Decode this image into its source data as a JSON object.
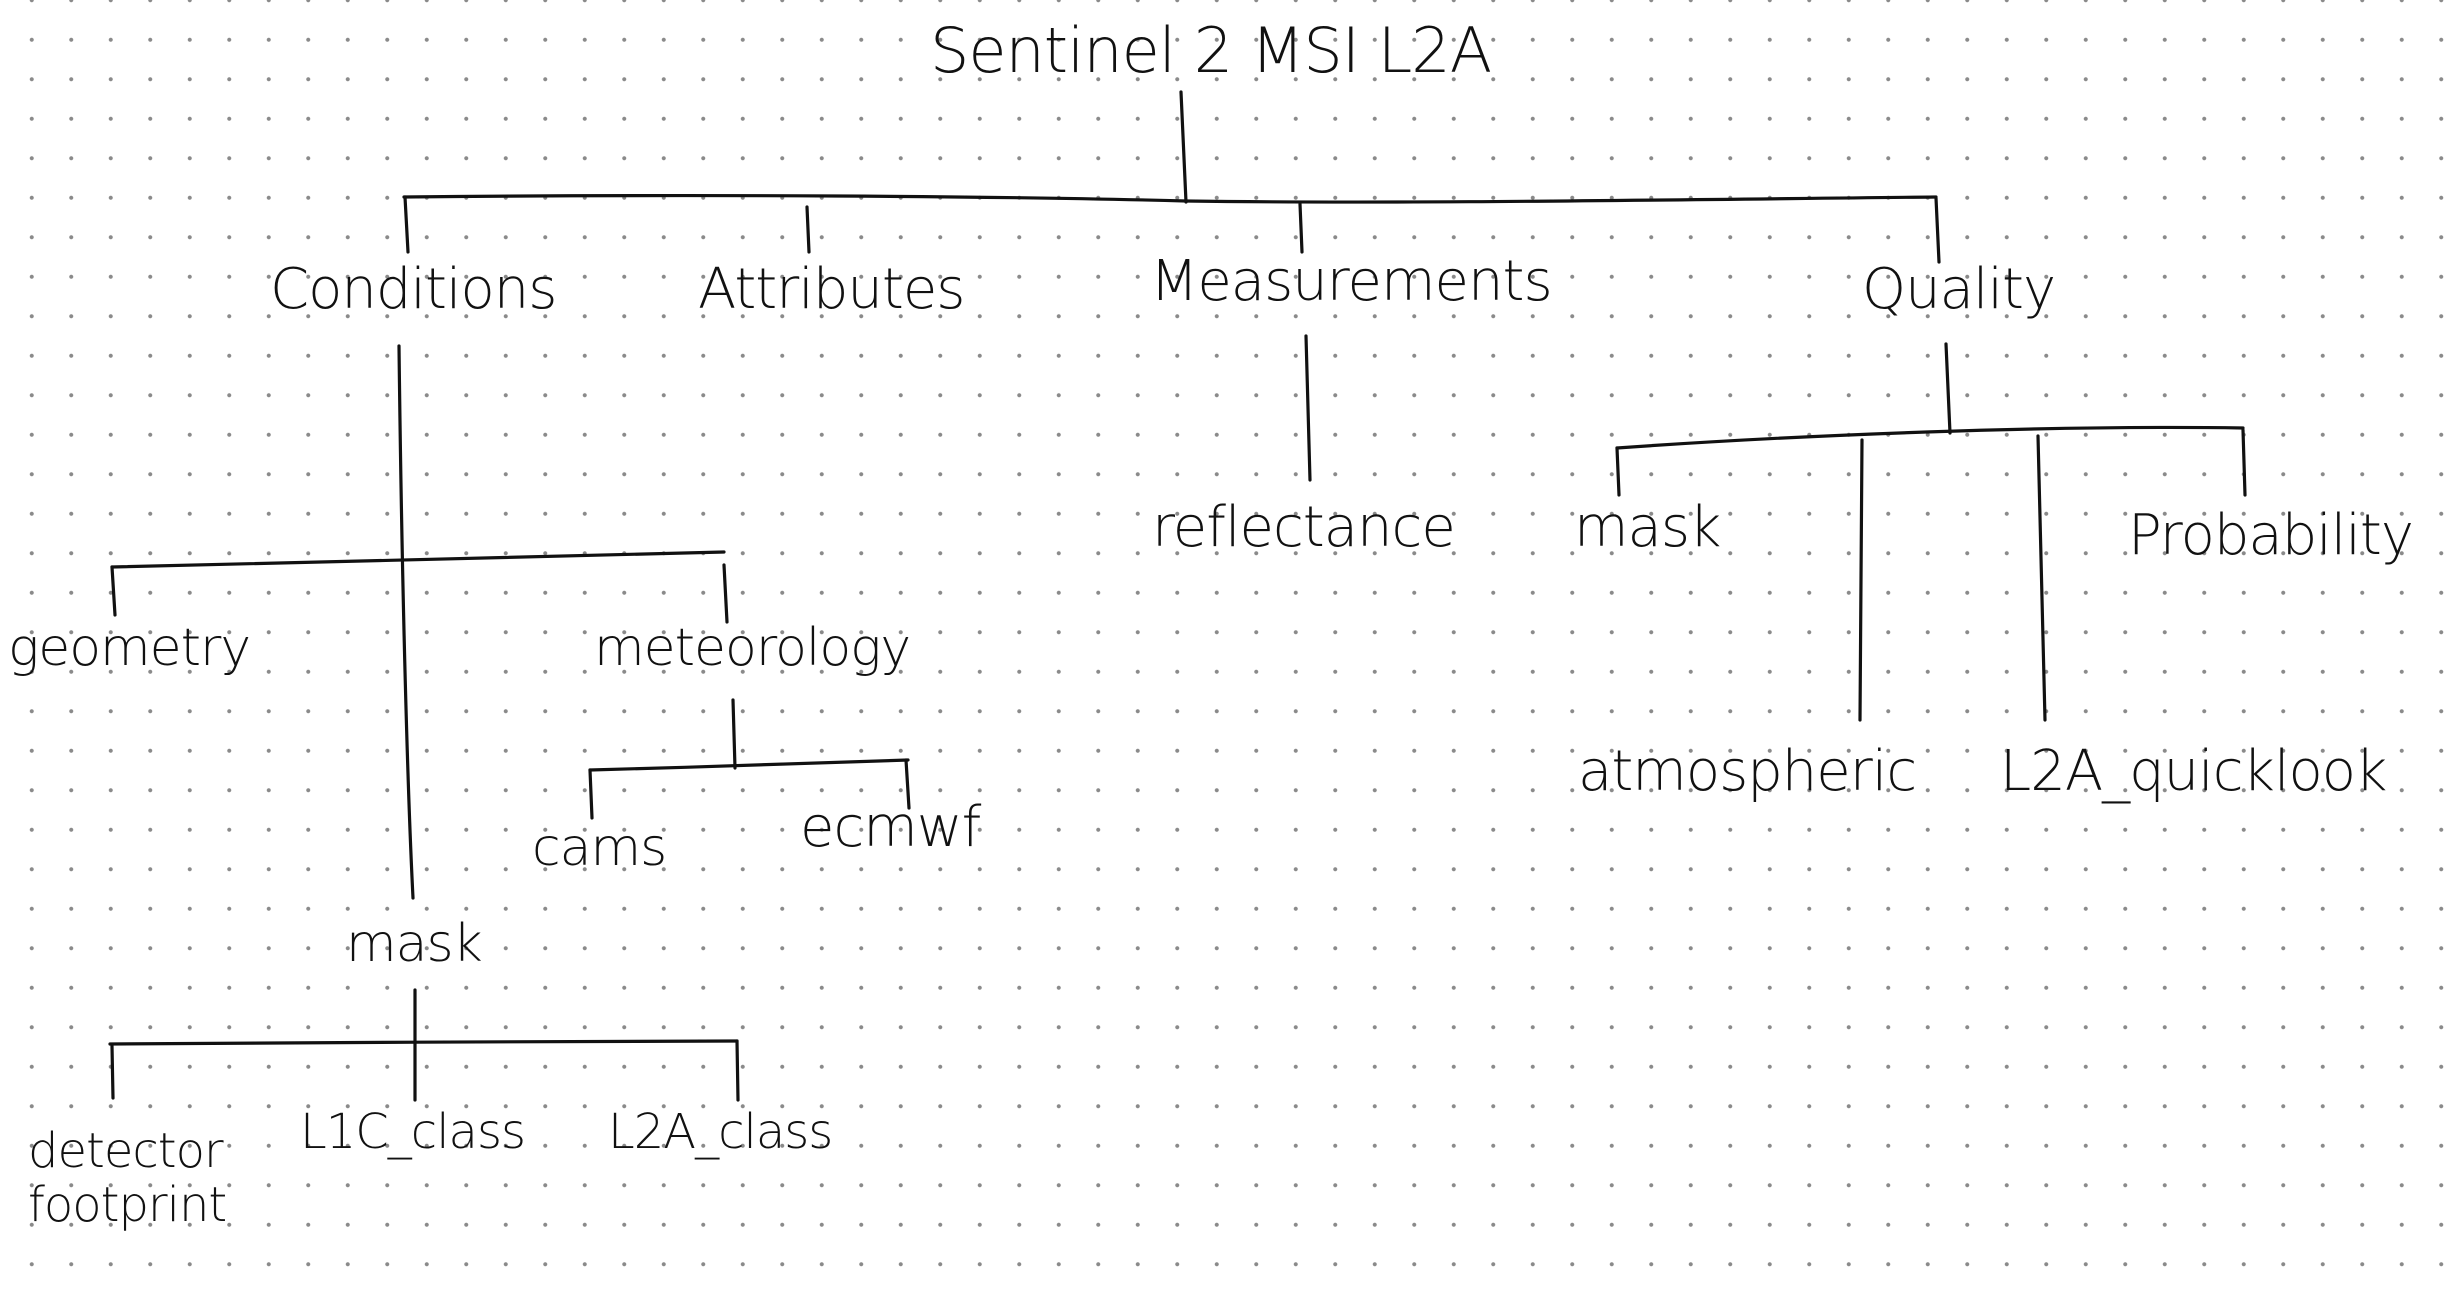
{
  "diagram": {
    "title": "Sentinel 2 MSI L2A",
    "groups": {
      "conditions": {
        "label": "Conditions",
        "children": {
          "geometry": "geometry",
          "meteorology": {
            "label": "meteorology",
            "children": {
              "cams": "cams",
              "ecmwf": "ecmwf"
            }
          },
          "mask": {
            "label": "mask",
            "children": {
              "detector_footprint": "detector footprint",
              "l1c_class": "L1C_class",
              "l2a_class": "L2A_class"
            }
          }
        }
      },
      "attributes": {
        "label": "Attributes"
      },
      "measurements": {
        "label": "Measurements",
        "children": {
          "reflectance": "reflectance"
        }
      },
      "quality": {
        "label": "Quality",
        "children": {
          "mask": "mask",
          "atmospheric": "atmospheric",
          "l2a_quicklook": "L2A_quicklook",
          "probability": "Probability"
        }
      }
    }
  }
}
